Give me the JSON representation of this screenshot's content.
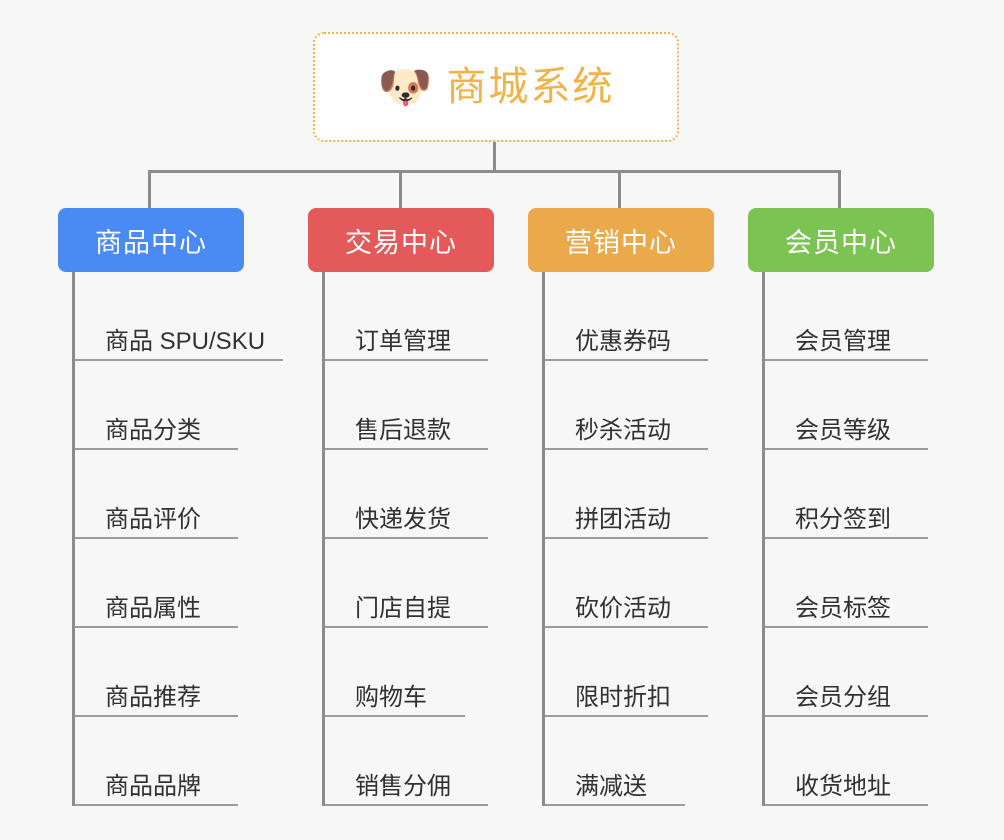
{
  "page": {
    "background_color": "#f7f7f7",
    "connector_color": "#8c8c8c",
    "leaf_text_color": "#303133"
  },
  "root": {
    "icon": "shiba-dog-face-emoji",
    "emoji": "🐶",
    "title": "商城系统",
    "title_color": "#f0b34a",
    "border_color": "#eeb44b",
    "background_color": "#ffffff"
  },
  "categories": [
    {
      "label": "商品中心",
      "color": "#4a8af4",
      "items": [
        {
          "label": "商品 SPU/SKU",
          "width": "wide"
        },
        {
          "label": "商品分类",
          "width": "normal"
        },
        {
          "label": "商品评价",
          "width": "normal"
        },
        {
          "label": "商品属性",
          "width": "normal"
        },
        {
          "label": "商品推荐",
          "width": "normal"
        },
        {
          "label": "商品品牌",
          "width": "normal"
        }
      ]
    },
    {
      "label": "交易中心",
      "color": "#e4595a",
      "items": [
        {
          "label": "订单管理",
          "width": "normal"
        },
        {
          "label": "售后退款",
          "width": "normal"
        },
        {
          "label": "快递发货",
          "width": "normal"
        },
        {
          "label": "门店自提",
          "width": "normal"
        },
        {
          "label": "购物车",
          "width": "narrow"
        },
        {
          "label": "销售分佣",
          "width": "normal"
        }
      ]
    },
    {
      "label": "营销中心",
      "color": "#eaa94a",
      "items": [
        {
          "label": "优惠券码",
          "width": "normal"
        },
        {
          "label": "秒杀活动",
          "width": "normal"
        },
        {
          "label": "拼团活动",
          "width": "normal"
        },
        {
          "label": "砍价活动",
          "width": "normal"
        },
        {
          "label": "限时折扣",
          "width": "normal"
        },
        {
          "label": "满减送",
          "width": "narrow"
        }
      ]
    },
    {
      "label": "会员中心",
      "color": "#7dc353",
      "items": [
        {
          "label": "会员管理",
          "width": "normal"
        },
        {
          "label": "会员等级",
          "width": "normal"
        },
        {
          "label": "积分签到",
          "width": "normal"
        },
        {
          "label": "会员标签",
          "width": "normal"
        },
        {
          "label": "会员分组",
          "width": "normal"
        },
        {
          "label": "收货地址",
          "width": "normal"
        }
      ]
    }
  ]
}
